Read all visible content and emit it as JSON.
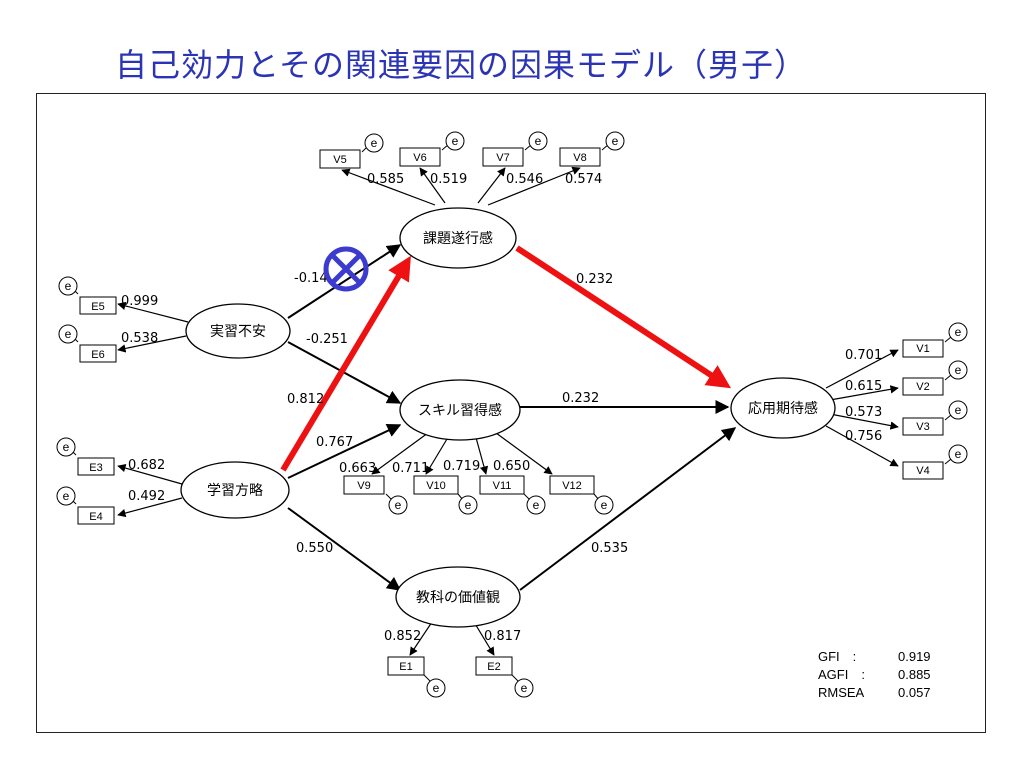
{
  "title": "自己効力とその関連要因の因果モデル（男子）",
  "error_label": "e",
  "latent": {
    "kadai": "課題遂行感",
    "jisshu": "実習不安",
    "skill": "スキル習得感",
    "gakushu": "学習方略",
    "kyoka": "教科の価値観",
    "oyo": "応用期待感"
  },
  "observed": {
    "V1": "V1",
    "V2": "V2",
    "V3": "V3",
    "V4": "V4",
    "V5": "V5",
    "V6": "V6",
    "V7": "V7",
    "V8": "V8",
    "V9": "V9",
    "V10": "V10",
    "V11": "V11",
    "V12": "V12",
    "E1": "E1",
    "E2": "E2",
    "E3": "E3",
    "E4": "E4",
    "E5": "E5",
    "E6": "E6"
  },
  "coefficients": {
    "v5": "0.585",
    "v6": "0.519",
    "v7": "0.546",
    "v8": "0.574",
    "jisshu_kadai": "-0.14",
    "kadai_oyo": "0.232",
    "e5": "0.999",
    "e6": "0.538",
    "jisshu_skill": "-0.251",
    "gakushu_kadai": "0.812",
    "skill_oyo": "0.232",
    "gakushu_skill": "0.767",
    "e3": "0.682",
    "e4": "0.492",
    "v9": "0.663",
    "v10": "0.711",
    "v11": "0.719",
    "v12": "0.650",
    "gakushu_kyoka": "0.550",
    "kyoka_oyo": "0.535",
    "e1": "0.852",
    "e2": "0.817",
    "v1": "0.701",
    "v2": "0.615",
    "v3": "0.573",
    "v4": "0.756"
  },
  "fit": {
    "gfi_label": "GFI　:",
    "gfi_value": "0.919",
    "agfi_label": "AGFI　:",
    "agfi_value": "0.885",
    "rmsea_label": "RMSEA",
    "rmsea_value": "0.057"
  },
  "colors": {
    "title": "#2b34b4",
    "highlight": "#ee1111",
    "cross_mark": "#3b3bd0"
  }
}
